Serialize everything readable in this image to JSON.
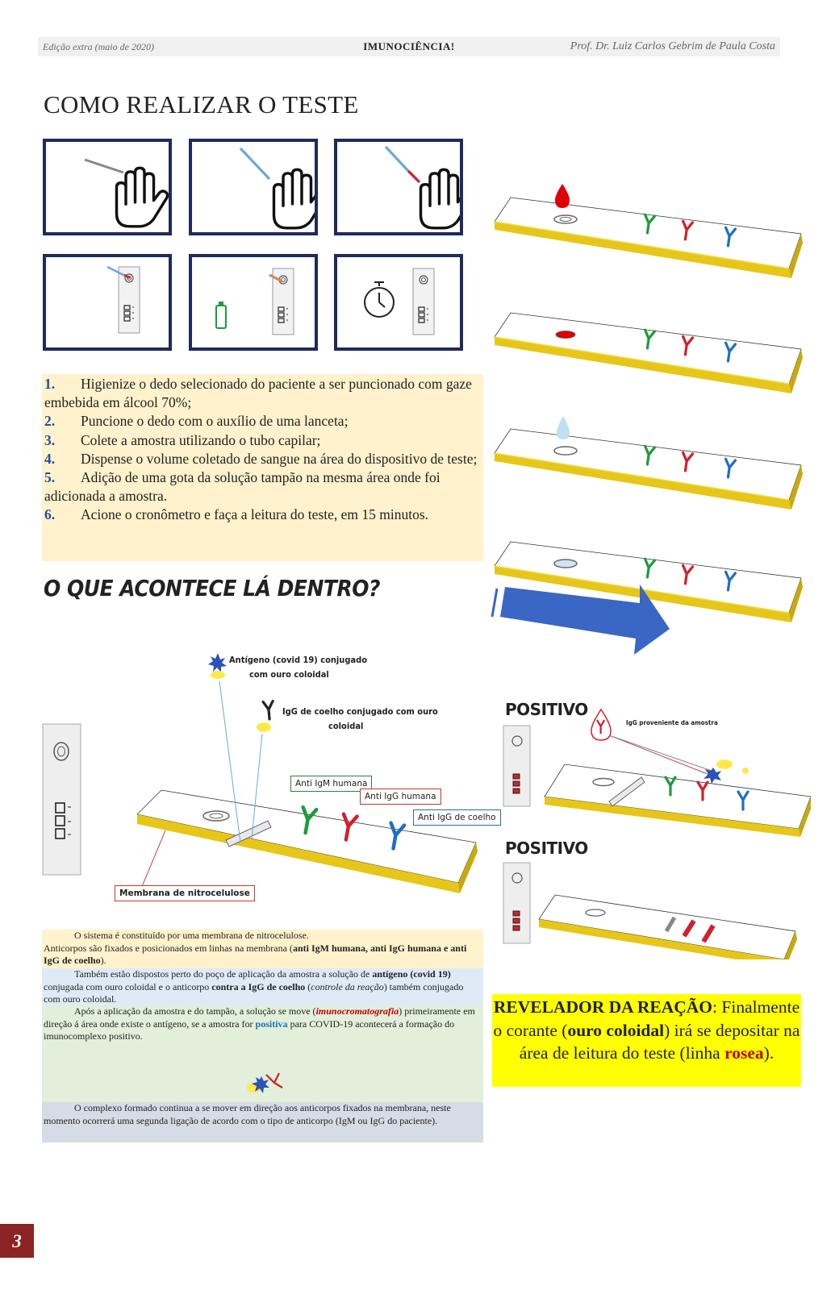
{
  "header": {
    "left": "Edição extra (maio de 2020)",
    "center": "IMUNOCIÊNCIA!",
    "right": "Prof. Dr. Luiz Carlos Gebrim de Paula Costa"
  },
  "section1_title": "COMO REALIZAR O TESTE",
  "steps": [
    {
      "num": "1.",
      "text": "Higienize o dedo selecionado do paciente a ser puncionado com gaze embebida em álcool 70%;"
    },
    {
      "num": "2.",
      "text": "Puncione o dedo com o auxílio de uma lanceta;"
    },
    {
      "num": "3.",
      "text": "Colete a amostra utilizando o tubo capilar;"
    },
    {
      "num": "4.",
      "text": "Dispense o volume coletado de sangue na área do dispositivo de teste;"
    },
    {
      "num": "5.",
      "text": "Adição de uma gota da solução tampão na mesma área onde foi adicionada a amostra."
    },
    {
      "num": "6.",
      "text": "Acione o cronômetro e faça a leitura do teste, em 15 minutos."
    }
  ],
  "section2_title": "O QUE ACONTECE LÁ DENTRO?",
  "diagram_labels": {
    "antigen_line1": "Antígeno (covid 19) conjugado",
    "antigen_line2": "com ouro coloidal",
    "igg_line1": "IgG de coelho conjugado com ouro",
    "igg_line2": "coloidal",
    "anti_igm": "Anti IgM humana",
    "anti_igg": "Anti IgG humana",
    "anti_igg_coelho": "Anti IgG de coelho",
    "membrana": "Membrana de nitrocelulose",
    "igg_amostra": "IgG proveniente da amostra"
  },
  "positivo_1": "POSITIVO",
  "positivo_2": "POSITIVO",
  "paragraphs": {
    "p1a": "O sistema é constituído por uma membrana de nitrocelulose.",
    "p1b": "Anticorpos são fixados e posicionados em linhas na membrana (",
    "p1b_bold": "anti IgM humana, anti IgG humana e anti IgG de coelho",
    "p1b_end": ").",
    "p2a": "Também estão dispostos perto do poço de aplicação da amostra a solução de ",
    "p2a_bold": "antígeno (covid 19)",
    "p2b": " conjugada com ouro coloidal e o anticorpo ",
    "p2b_bold": "contra a IgG de coelho",
    "p2c": " (",
    "p2c_it": "controle da reação",
    "p2d": ") também conjugado com ouro coloidal.",
    "p3a": "Após a aplicação da amostra e do tampão, a solução se move (",
    "p3a_red": "imunocromatografia",
    "p3b": ") primeiramente em direção á área onde existe o antígeno, se a amostra for ",
    "p3b_blue": "positiva",
    "p3c": " para COVID-19 acontecerá a formação do imunocomplexo positivo.",
    "p4": "O complexo formado continua a se mover em direção aos anticorpos fixados na membrana, neste momento ocorrerá uma segunda ligação de acordo com o tipo de anticorpo (IgM ou IgG do paciente)."
  },
  "revelador": {
    "title": "REVELADOR DA REAÇÃO",
    "colon": ":",
    "t1": " Finalmente o corante (",
    "bold": "ouro coloidal",
    "t2": ") irá se depositar na área de leitura do teste (linha ",
    "red": "rosea",
    "t3": ")."
  },
  "page_number": "3",
  "colors": {
    "navy_box": "#1f2b5c",
    "gold_strip": "#e6c619",
    "green_ab": "#1a9c3a",
    "red_ab": "#d0202a",
    "blue_ab": "#1e6fc0",
    "arrow_blue": "#3a66c4",
    "yellow_box": "#ffff00",
    "page_red": "#8b2323"
  },
  "icons": [
    "hand-icon",
    "lancet-icon",
    "capillary-tube-icon",
    "test-cassette-icon",
    "buffer-bottle-icon",
    "stopwatch-icon",
    "blood-drop-icon",
    "buffer-drop-icon",
    "antibody-icon",
    "arrow-right-icon"
  ]
}
